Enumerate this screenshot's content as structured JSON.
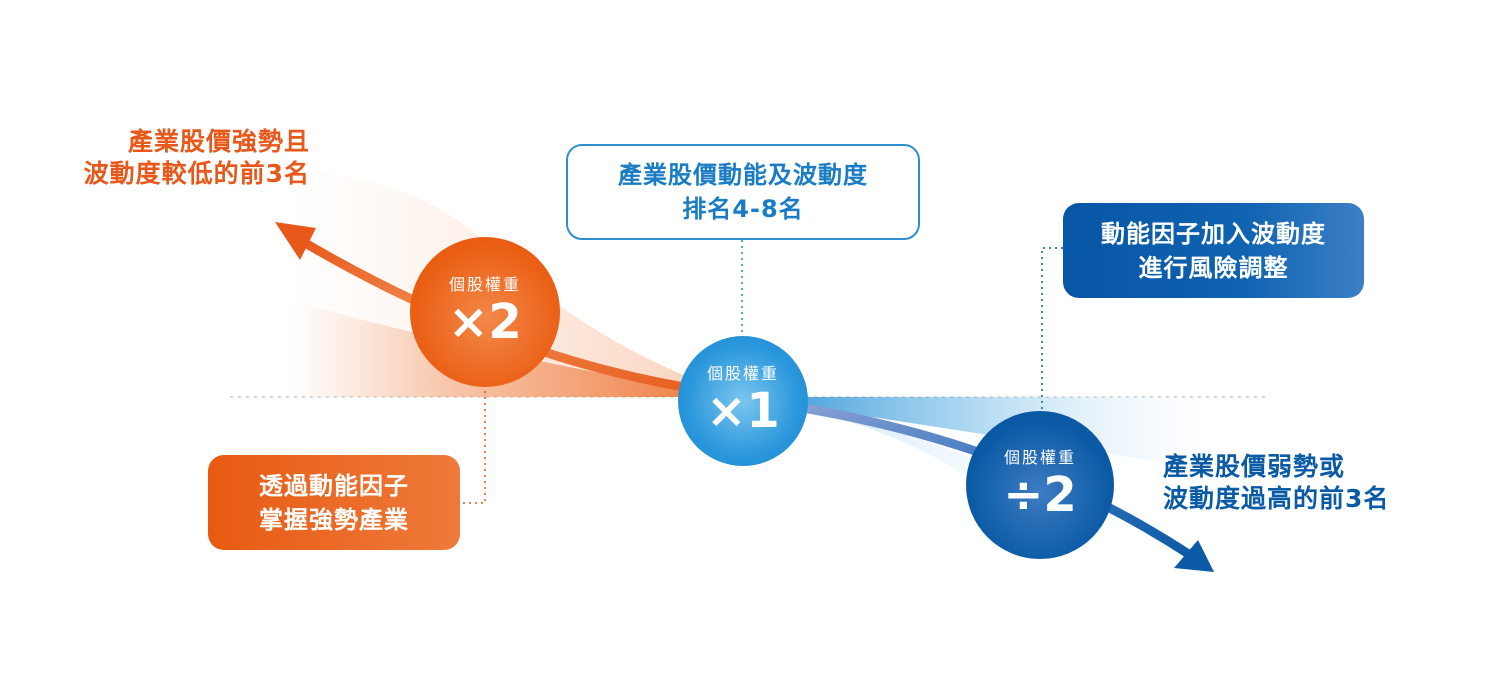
{
  "top_left_label": [
    "產業股價強勢且",
    "波動度較低的前3名"
  ],
  "top_center_box": [
    "產業股價動能及波動度",
    "排名4-8名"
  ],
  "top_right_box": [
    "動能因子加入波動度",
    "進行風險調整"
  ],
  "bottom_left_box": [
    "透過動能因子",
    "掌握強勢產業"
  ],
  "bottom_right_label": [
    "產業股價弱勢或",
    "波動度過高的前3名"
  ],
  "circles": {
    "strong": {
      "caption": "個股權重",
      "value": "×2"
    },
    "middle": {
      "caption": "個股權重",
      "value": "×1"
    },
    "weak": {
      "caption": "個股權重",
      "value": "÷2"
    }
  },
  "colors": {
    "orange": "#e8581a",
    "light_blue": "#1b86d0",
    "dark_blue": "#0b5aa6"
  }
}
